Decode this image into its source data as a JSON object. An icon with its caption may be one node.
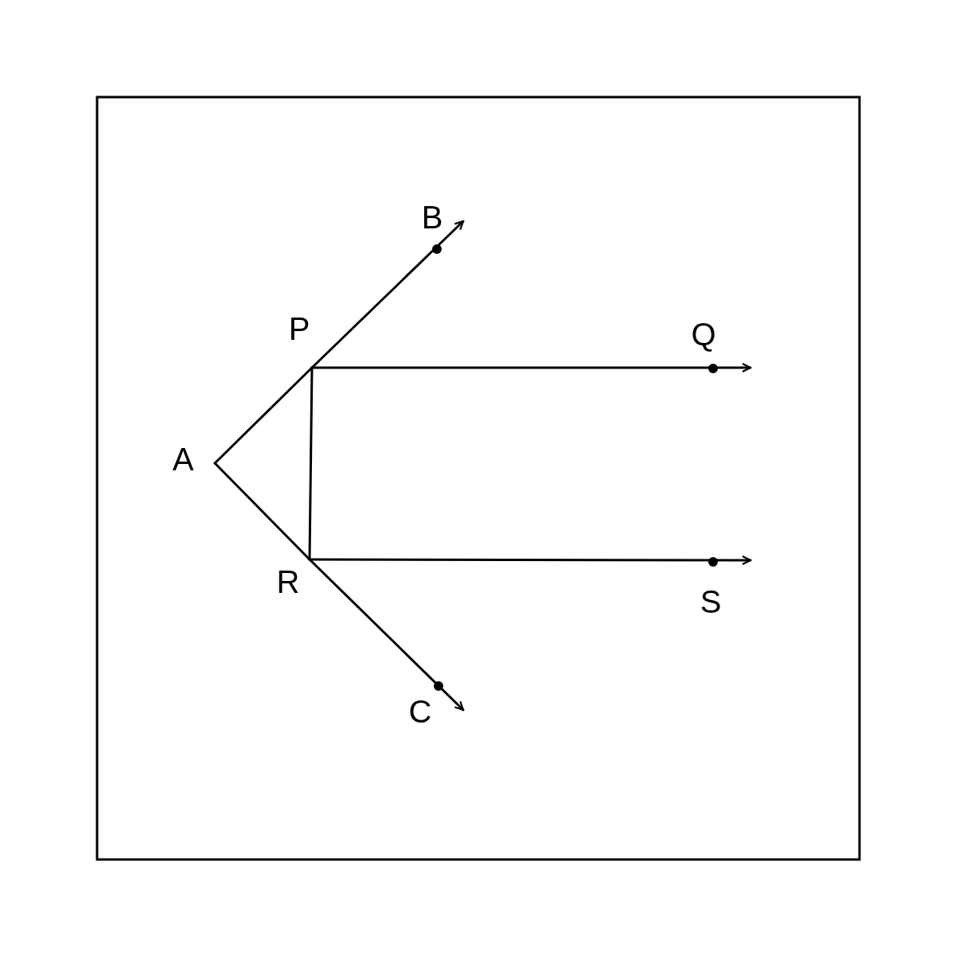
{
  "diagram": {
    "nodes": [
      {
        "text": [
          "B"
        ]
      },
      {
        "text": [
          "P"
        ]
      },
      {
        "text": [
          "Q"
        ]
      },
      {
        "text": [
          "A"
        ]
      },
      {
        "text": [
          "R"
        ]
      },
      {
        "text": [
          "S"
        ]
      },
      {
        "text": [
          "C"
        ]
      }
    ],
    "edges": [
      {
        "from": 3,
        "to": 1,
        "arrow": "none"
      },
      {
        "from": 1,
        "to": 0,
        "arrow": "to"
      },
      {
        "from": 1,
        "to": 2,
        "arrow": "to"
      },
      {
        "from": 1,
        "to": 4,
        "arrow": "none"
      },
      {
        "from": 3,
        "to": 4,
        "arrow": "none"
      },
      {
        "from": 4,
        "to": 6,
        "arrow": "to"
      },
      {
        "from": 4,
        "to": 5,
        "arrow": "to"
      }
    ]
  }
}
